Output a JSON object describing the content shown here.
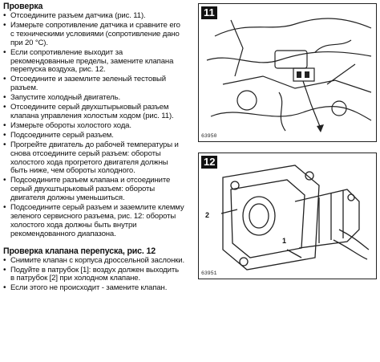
{
  "section1": {
    "title": "Проверка",
    "items": [
      "Отсоедините разъем датчика (рис. 11).",
      "Измерьте сопротивление датчика и сравните его с техническими условиями (сопротивление дано при 20 °С).",
      "Если сопротивление выходит за рекомендованные пределы, замените клапана перепуска воздуха, рис. 12.",
      "Отсоедините и заземлите зеленый тестовый разъем.",
      "Запустите холодный двигатель.",
      "Отсоедините серый двухштырьковый разъем клапана управления холостым ходом (рис. 11).",
      "Измерьте обороты холостого хода.",
      "Подсоедините серый разъем.",
      "Прогрейте двигатель до рабочей температуры и снова отсоедините серый разъем: обороты холостого хода прогретого двигателя должны быть ниже, чем обороты холодного.",
      "Подсоедините разъем клапана и отсоедините серый двухштырьковый разъем: обороты двигателя должны уменьшиться.",
      "Подсоедините серый разъем и заземлите клемму зеленого сервисного разъема, рис. 12: обороты холостого хода должны быть внутри рекомендованного диапазона."
    ]
  },
  "section2": {
    "title": "Проверка клапана перепуска, рис. 12",
    "items": [
      "Снимите клапан с корпуса дроссельной заслонки.",
      "Подуйте в патрубок [1]: воздух должен выходить в патрубок [2] при холодном клапане.",
      "Если этого не происходит - замените клапан."
    ]
  },
  "figures": {
    "fig11": {
      "label": "11",
      "code": "63950"
    },
    "fig12": {
      "label": "12",
      "code": "63951",
      "callout_1": "1",
      "callout_2": "2"
    }
  }
}
